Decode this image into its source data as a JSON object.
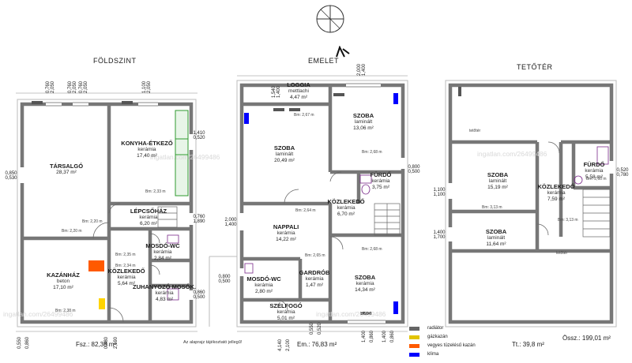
{
  "floors": [
    {
      "name": "FÖLDSZINT"
    },
    {
      "name": "EMELET"
    },
    {
      "name": "TETŐTÉR"
    }
  ],
  "rooms": [
    {
      "name": "TÁRSALGÓ",
      "material": "",
      "area": "28,37 m²"
    },
    {
      "name": "KONYHA-ÉTKEZŐ",
      "material": "kerámia",
      "area": "17,40 m²"
    },
    {
      "name": "LÉPCSŐHÁZ",
      "material": "kerámia",
      "area": "6,20 m²"
    },
    {
      "name": "MOSDÓ-WC",
      "material": "kerámia",
      "area": "2,84 m²"
    },
    {
      "name": "KÖZLEKEDŐ",
      "material": "kerámia",
      "area": "5,64 m²"
    },
    {
      "name": "KAZÁNHÁZ",
      "material": "beton",
      "area": "17,10 m²"
    },
    {
      "name": "ZUHANYOZÓ MOSÓK.",
      "material": "kerámia",
      "area": "4,83 m²"
    },
    {
      "name": "LOGGIA",
      "material": "mettlachi",
      "area": "4,47 m²"
    },
    {
      "name": "SZOBA",
      "material": "laminált",
      "area": "13,06 m²"
    },
    {
      "name": "SZOBA",
      "material": "laminált",
      "area": "20,49 m²"
    },
    {
      "name": "FÜRDŐ",
      "material": "kerámia",
      "area": "3,75 m²"
    },
    {
      "name": "KÖZLEKEDŐ",
      "material": "kerámia",
      "area": "6,70 m²"
    },
    {
      "name": "NAPPALI",
      "material": "kerámia",
      "area": "14,22 m²"
    },
    {
      "name": "MOSDÓ-WC",
      "material": "kerámia",
      "area": "2,80 m²"
    },
    {
      "name": "GARDRÓB",
      "material": "kerámia",
      "area": "1,47 m²"
    },
    {
      "name": "SZOBA",
      "material": "kerámia",
      "area": "14,34 m²"
    },
    {
      "name": "SZÉLFOGÓ",
      "material": "kerámia",
      "area": "5,01 m²"
    },
    {
      "name": "SZOBA",
      "material": "laminált",
      "area": "15,19 m²"
    },
    {
      "name": "FÜRDŐ",
      "material": "kerámia",
      "area": "5,58 m²"
    },
    {
      "name": "KÖZLEKEDŐ",
      "material": "kerámia",
      "area": "7,59 m²"
    },
    {
      "name": "SZOBA",
      "material": "laminált",
      "area": "11,64 m²"
    }
  ],
  "small_labels": [
    "tetőtér",
    "tetőtér"
  ],
  "bm_labels": [
    "Bm: 2,20 m",
    "Bm: 2,20 m",
    "Bm: 2,38 m",
    "Bm: 2,33 m",
    "Bm: 2,35 m",
    "Bm: 2,34 m",
    "Bm: 2,67 m",
    "Bm: 2,68 m",
    "Bm: 2,64 m",
    "Bm: 2,65 m",
    "Bm: 2,68 m",
    "Bm: 3,13 m",
    "Bm: 3,13 m",
    "Bm: 2,60 m"
  ],
  "dims": {
    "top_land": [
      "0,760\n2,050",
      "0,760\n2,050",
      "0,760\n2,050",
      "1,100\n2,050"
    ],
    "top_em": [
      "1,540\n1,400",
      "2,000\n1,400"
    ],
    "right_land": [
      "1,410\n0,520",
      "0,760\n1,890"
    ],
    "left_land": [
      "0,850\n0,530"
    ],
    "right_em": [
      "0,800\n0,500"
    ],
    "mid_em": [
      "2,000\n1,400"
    ],
    "wc_em": [
      "0,800\n0,500"
    ],
    "right_land2": [
      "0,860\n0,500"
    ],
    "left_att": [
      "1,100\n1,100",
      "1,400\n1,700"
    ],
    "right_att": [
      "0,520\n0,780"
    ],
    "bottom_vertical": [
      "0,550",
      "0,860",
      "0,880",
      "2,190",
      "4,140",
      "2,100",
      "0,550",
      "0,520",
      "1,400",
      "0,860",
      "1,400",
      "0,860"
    ]
  },
  "totals": {
    "ground": "Fsz.: 82,38 m²",
    "upper": "Em.: 76,83 m²",
    "attic": "Tt.: 39,8 m²",
    "sum": "Össz.: 199,01 m²"
  },
  "note": "Az alaprajz tájékoztató jellegű!",
  "watermarks": [
    "ingatlan.com/26499486",
    "ingatlan.com/26499486",
    "ingatlan.com/26499486",
    "ingatlan.com/26499486"
  ],
  "legend": [
    {
      "label": "radiátor",
      "color": "#666666"
    },
    {
      "label": "gázkazán",
      "color": "#e2c400"
    },
    {
      "label": "vegyes tüzelésű kazán",
      "color": "#ff5a00"
    },
    {
      "label": "klíma",
      "color": "#0000ff"
    }
  ]
}
